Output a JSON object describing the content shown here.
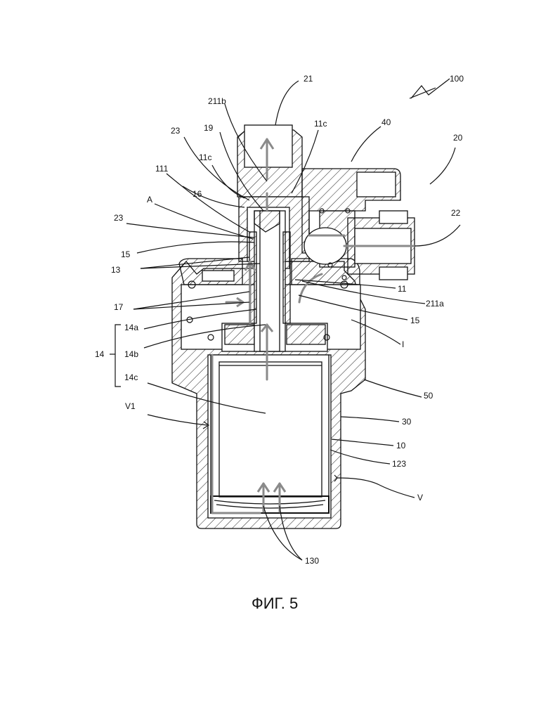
{
  "figure": {
    "caption": "ФИГ. 5"
  },
  "labels": {
    "l100": "100",
    "l21": "21",
    "l211b": "211b",
    "l19": "19",
    "l11c_top": "11c",
    "l40": "40",
    "l20": "20",
    "l23_top": "23",
    "l111": "111",
    "l11c_left": "11c",
    "l16": "16",
    "lA": "A",
    "l23_mid": "23",
    "l22": "22",
    "l15_left": "15",
    "l13": "13",
    "l11": "11",
    "l17": "17",
    "l211a": "211a",
    "l15_right": "15",
    "l14a": "14a",
    "l14": "14",
    "l14b": "14b",
    "lI": "I",
    "l14c": "14c",
    "l50": "50",
    "lV1": "V1",
    "l30": "30",
    "l10": "10",
    "l123": "123",
    "lV": "V",
    "l130": "130"
  }
}
